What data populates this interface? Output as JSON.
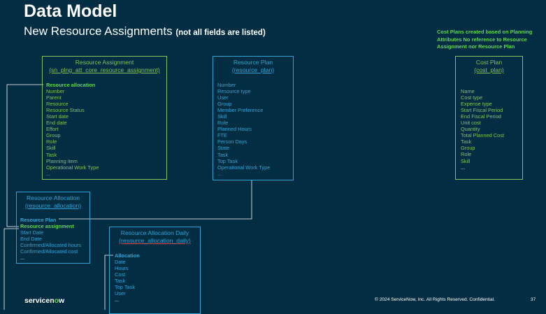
{
  "header": {
    "title": "Data Model",
    "subtitle": "New Resource Assignments",
    "subtitle_note": "(not all fields are listed)"
  },
  "annotation": "Cost Plans created based on Planning Attributes No reference to Resource Assignment nor Resource Plan",
  "resource_assignment": {
    "title": "Resource Assignment",
    "table": "(sn_plng_att_core_resource_assignment)",
    "fields": [
      "Resource allocation",
      "Number",
      "Parent",
      "Resource",
      "Resource Status",
      "Start date",
      "End date",
      "Effort",
      "Group",
      "Role",
      "Skill",
      "Task",
      "Planning item",
      "Operational Work Type",
      "..."
    ]
  },
  "resource_plan": {
    "title": "Resource Plan",
    "table": "(resource_plan)",
    "fields": [
      "Number",
      "Resource type",
      "User",
      "Group",
      "Member Preference",
      "Skill",
      "Role",
      "Planned Hours",
      "FTE",
      "Person Days",
      "State",
      "Task",
      "Top Task",
      "Operational Work Type",
      "..."
    ]
  },
  "cost_plan": {
    "title": "Cost Plan",
    "table": "(cost_plan)",
    "fields": [
      "Name",
      "Cost type",
      "Expense type",
      "Start Fiscal Period",
      "End Fiscal Period",
      "Unit cost",
      "Quantity",
      "Total Planned Cost",
      "Task",
      "Group",
      "Role",
      "Skill",
      "..."
    ]
  },
  "resource_allocation": {
    "title": "Resource Allocation",
    "table": "(resource_allocation)",
    "fields": [
      "Resource Plan",
      "Resource assignment",
      "Start Date",
      "End Date",
      "Confirmed/Allocated hours",
      "Confirmed/Allocated cost",
      "..."
    ]
  },
  "resource_allocation_daily": {
    "title": "Resource Allocation Daily",
    "table": "(resource_allocation_daily)",
    "fields": [
      "Allocation",
      "Date",
      "Hours",
      "Cost",
      "Task",
      "Top Task",
      "User",
      "..."
    ]
  },
  "footer": {
    "logo_part1": "servicen",
    "logo_part2": "o",
    "logo_part3": "w",
    "copyright": "© 2024 ServiceNow, Inc. All Rights Reserved. Confidential.",
    "page_number": "37"
  },
  "colors": {
    "background": "#032d42",
    "green": "#80c45a",
    "bright_green": "#62d84e",
    "blue": "#31a4d4"
  }
}
